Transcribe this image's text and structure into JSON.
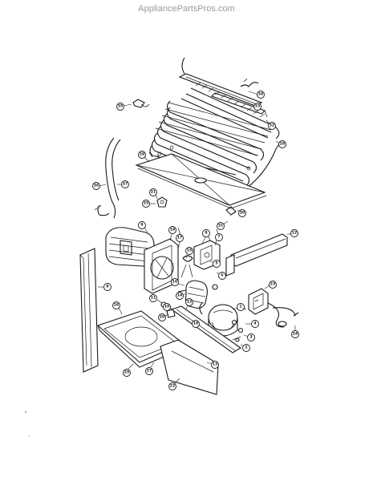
{
  "watermark": "AppliancePartsPros.com",
  "callouts": [
    {
      "part": "condenser-cover-upper",
      "label": "34"
    },
    {
      "part": "condenser-bracket",
      "label": "33"
    },
    {
      "part": "condenser-tube",
      "label": "32"
    },
    {
      "part": "defrost-timer-clip",
      "label": "35"
    },
    {
      "part": "condenser-coil",
      "label": "28"
    },
    {
      "part": "drip-pan-tray",
      "label": "29"
    },
    {
      "part": "tube-left-upper",
      "label": "36"
    },
    {
      "part": "tube-left-lower",
      "label": "37"
    },
    {
      "part": "clip-small",
      "label": "21"
    },
    {
      "part": "clip-small-2",
      "label": "30"
    },
    {
      "part": "screw-tray",
      "label": "25"
    },
    {
      "part": "screw-tray-2",
      "label": "31"
    },
    {
      "part": "fan-shroud",
      "label": "9"
    },
    {
      "part": "fan-bracket",
      "label": "19"
    },
    {
      "part": "fan-blade",
      "label": "17"
    },
    {
      "part": "fan-blade-hub",
      "label": "15"
    },
    {
      "part": "screw-motor",
      "label": "8"
    },
    {
      "part": "relay-bracket",
      "label": "7"
    },
    {
      "part": "base-rail",
      "label": "12"
    },
    {
      "part": "relay-part",
      "label": "5"
    },
    {
      "part": "motor-bracket",
      "label": "6"
    },
    {
      "part": "fan-motor",
      "label": "16"
    },
    {
      "part": "motor-mount",
      "label": "14"
    },
    {
      "part": "overload",
      "label": "23"
    },
    {
      "part": "back-panel",
      "label": "8"
    },
    {
      "part": "grommet",
      "label": "11"
    },
    {
      "part": "clip",
      "label": "10"
    },
    {
      "part": "washer",
      "label": "13"
    },
    {
      "part": "compressor",
      "label": "1"
    },
    {
      "part": "compressor-screw",
      "label": "2"
    },
    {
      "part": "grommet-2",
      "label": "3"
    },
    {
      "part": "washer-2",
      "label": "4"
    },
    {
      "part": "rail-bracket",
      "label": "18"
    },
    {
      "part": "mount-pad",
      "label": "20"
    },
    {
      "part": "base-pan",
      "label": "26"
    },
    {
      "part": "power-cord",
      "label": "24"
    },
    {
      "part": "screw-base",
      "label": "25"
    },
    {
      "part": "screw-base-2",
      "label": "27"
    },
    {
      "part": "access-cover",
      "label": "22"
    },
    {
      "part": "cover-screw",
      "label": "13"
    }
  ]
}
